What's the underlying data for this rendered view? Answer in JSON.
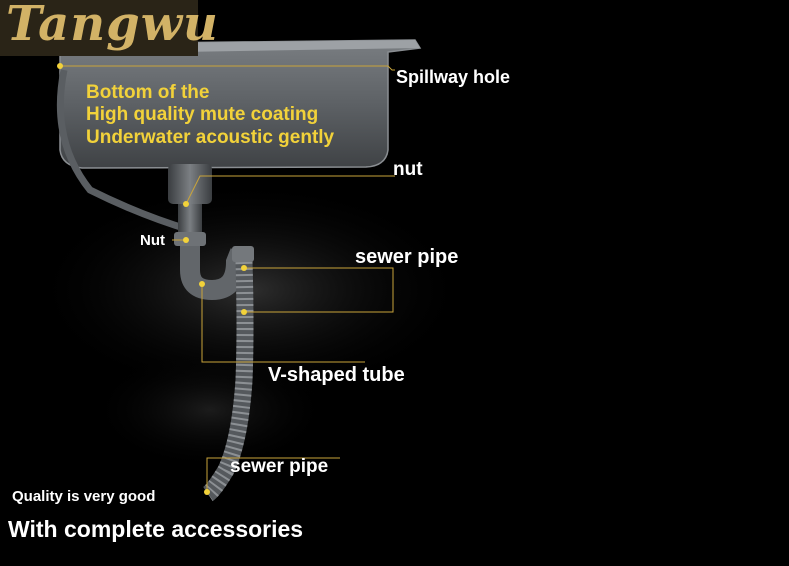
{
  "brand": {
    "name": "Tangwu"
  },
  "coating_lines": [
    "Bottom of the",
    "High quality mute coating",
    "Underwater acoustic gently"
  ],
  "callouts": {
    "spillway_hole": "Spillway hole",
    "nut_top": "nut",
    "nut_left": "Nut",
    "sewer_pipe_top": "sewer pipe",
    "v_shaped_tube": "V-shaped tube",
    "sewer_pipe_bottom": "sewer pipe"
  },
  "footer": {
    "quality": "Quality is very good",
    "accessories": "With complete accessories"
  },
  "colors": {
    "background": "#000000",
    "accent_yellow": "#f2d23a",
    "leader_line": "#c9a43a",
    "brand_gold": "#d2b266",
    "sink_steel": "#6b6f73"
  }
}
